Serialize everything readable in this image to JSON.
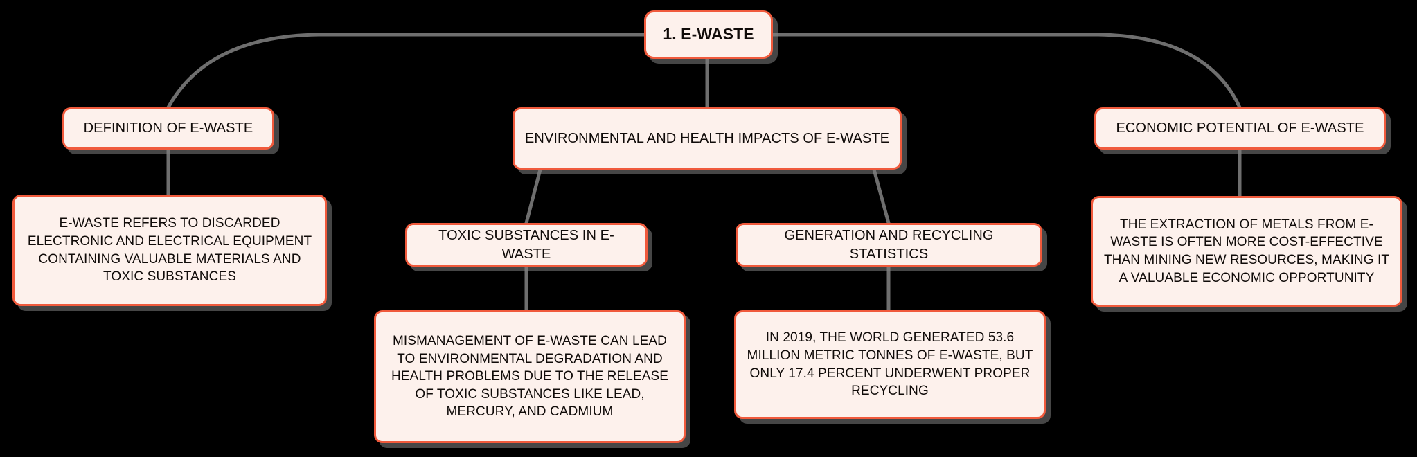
{
  "diagram": {
    "type": "mind-map",
    "background_color": "#000000",
    "node_fill": "#FDF1EC",
    "node_border": "#F05A3C",
    "connector_color": "#6E6E6E",
    "text_color": "#100B09"
  },
  "nodes": {
    "root": {
      "label": "1. E-WASTE",
      "level": 1
    },
    "definition": {
      "label": "DEFINITION OF E-WASTE",
      "level": 2
    },
    "impacts": {
      "label": "ENVIRONMENTAL AND HEALTH IMPACTS OF E-WASTE",
      "level": 2
    },
    "economic": {
      "label": "ECONOMIC POTENTIAL OF E-WASTE",
      "level": 2
    },
    "definition_description": {
      "label": "E-WASTE REFERS TO DISCARDED ELECTRONIC AND ELECTRICAL EQUIPMENT CONTAINING VALUABLE MATERIALS AND TOXIC SUBSTANCES",
      "level": 3
    },
    "toxic_substances": {
      "label": "TOXIC SUBSTANCES IN E-WASTE",
      "level": 3
    },
    "generation_statistics": {
      "label": "GENERATION AND RECYCLING STATISTICS",
      "level": 3
    },
    "economic_description": {
      "label": "THE EXTRACTION OF METALS FROM E-WASTE IS OFTEN MORE COST-EFFECTIVE THAN MINING NEW RESOURCES, MAKING IT A VALUABLE ECONOMIC OPPORTUNITY",
      "level": 3
    },
    "mismanagement_description": {
      "label": "MISMANAGEMENT OF E-WASTE CAN LEAD TO ENVIRONMENTAL DEGRADATION AND HEALTH PROBLEMS DUE TO THE RELEASE OF TOXIC SUBSTANCES LIKE LEAD, MERCURY, AND CADMIUM",
      "level": 4
    },
    "statistics_description": {
      "label": "IN 2019, THE WORLD GENERATED 53.6 MILLION METRIC TONNES OF E-WASTE, BUT ONLY 17.4 PERCENT UNDERWENT PROPER RECYCLING",
      "level": 4
    }
  }
}
